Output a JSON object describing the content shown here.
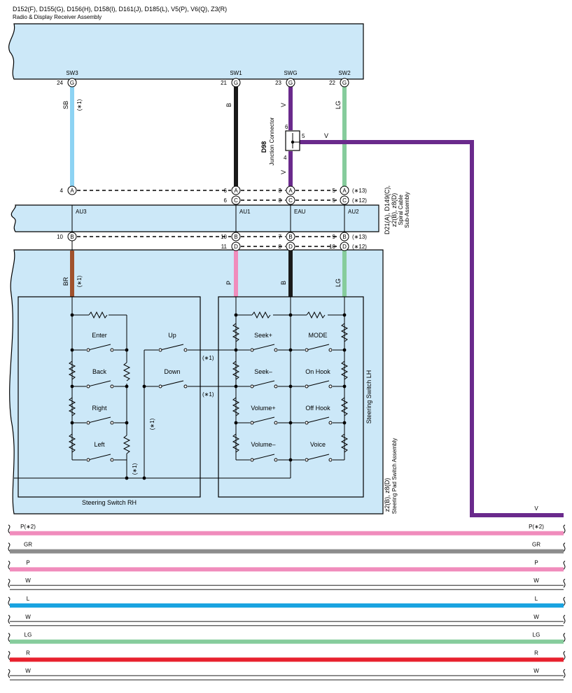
{
  "header": {
    "connectors": "D152(F), D155(G), D156(H), D158(I), D161(J), D185(L), V5(P), V6(Q), Z3(R)",
    "assembly": "Radio & Display Receiver Assembly"
  },
  "radio": {
    "terminals": {
      "sw3": {
        "name": "SW3",
        "pin": "24",
        "conn": "G"
      },
      "sw1": {
        "name": "SW1",
        "pin": "21",
        "conn": "G"
      },
      "swg": {
        "name": "SWG",
        "pin": "23",
        "conn": "G"
      },
      "sw2": {
        "name": "SW2",
        "pin": "22",
        "conn": "G"
      }
    }
  },
  "wires_upper": {
    "sb": "SB",
    "sb_note": "(∗1)",
    "b": "B",
    "v_top": "V",
    "v_bottom": "V",
    "v_right": "V",
    "lg": "LG"
  },
  "junction": {
    "id": "D98",
    "name": "Junction Connector",
    "pin_top": "6",
    "pin_right": "5",
    "pin_bottom": "4"
  },
  "spiral": {
    "label1": "D21(A), D149(C),",
    "label2": "z2(B), z8(D)",
    "label3": "Spiral Cable",
    "label4": "Sub-Assembly",
    "top_pins": {
      "au3": {
        "pin": "4",
        "conn": "A"
      },
      "au1a": {
        "pin": "6",
        "conn": "A"
      },
      "au1c": {
        "pin": "6",
        "conn": "C"
      },
      "eaua": {
        "pin": "3",
        "conn": "A"
      },
      "eauc": {
        "pin": "3",
        "conn": "C"
      },
      "au2a": {
        "pin": "5",
        "conn": "A"
      },
      "au2c": {
        "pin": "5",
        "conn": "C"
      }
    },
    "note13": "(∗13)",
    "note12": "(∗12)",
    "terminals": {
      "au3": "AU3",
      "au1": "AU1",
      "eau": "EAU",
      "au2": "AU2"
    },
    "bottom_pins": {
      "au3": {
        "pin": "10",
        "conn": "B"
      },
      "au1b": {
        "pin": "10",
        "conn": "B"
      },
      "au1d": {
        "pin": "11",
        "conn": "D"
      },
      "eaub": {
        "pin": "7",
        "conn": "B"
      },
      "eaud": {
        "pin": "8",
        "conn": "D"
      },
      "au2b": {
        "pin": "9",
        "conn": "B"
      },
      "au2d": {
        "pin": "10",
        "conn": "D"
      }
    }
  },
  "wires_lower": {
    "br": "BR",
    "br_note": "(∗1)",
    "p": "P",
    "b": "B",
    "lg": "LG"
  },
  "pad": {
    "label1": "z2(B), z8(D)",
    "label2": "Steering Pad Switch Assembly",
    "rh": "Steering Switch RH",
    "lh": "Steering Switch LH",
    "switches_rh": [
      "Enter",
      "Back",
      "Right",
      "Left"
    ],
    "switches_mid": [
      "Up",
      "Down"
    ],
    "switches_lh_left": [
      "Seek+",
      "Seek–",
      "Volume+",
      "Volume–"
    ],
    "switches_lh_right": [
      "MODE",
      "On Hook",
      "Off Hook",
      "Voice"
    ],
    "note": "(∗1)"
  },
  "bus": [
    {
      "label": "V",
      "color": "#6a2a8c"
    },
    {
      "label": "P(∗2)",
      "color": "#f08cbc"
    },
    {
      "label": "GR",
      "color": "#8c8c8c"
    },
    {
      "label": "P",
      "color": "#f08cbc"
    },
    {
      "label": "W",
      "color": "#ffffff"
    },
    {
      "label": "L",
      "color": "#1aa3e0"
    },
    {
      "label": "W",
      "color": "#ffffff"
    },
    {
      "label": "LG",
      "color": "#86cc9c"
    },
    {
      "label": "R",
      "color": "#e8212e"
    },
    {
      "label": "W",
      "color": "#ffffff"
    }
  ],
  "colors": {
    "sb": "#8dd3f3",
    "b": "#1a1a1a",
    "v": "#6a2a8c",
    "lg": "#86cc9c",
    "br": "#a0522d",
    "p": "#f08cbc",
    "panel": "#cce8f8"
  }
}
